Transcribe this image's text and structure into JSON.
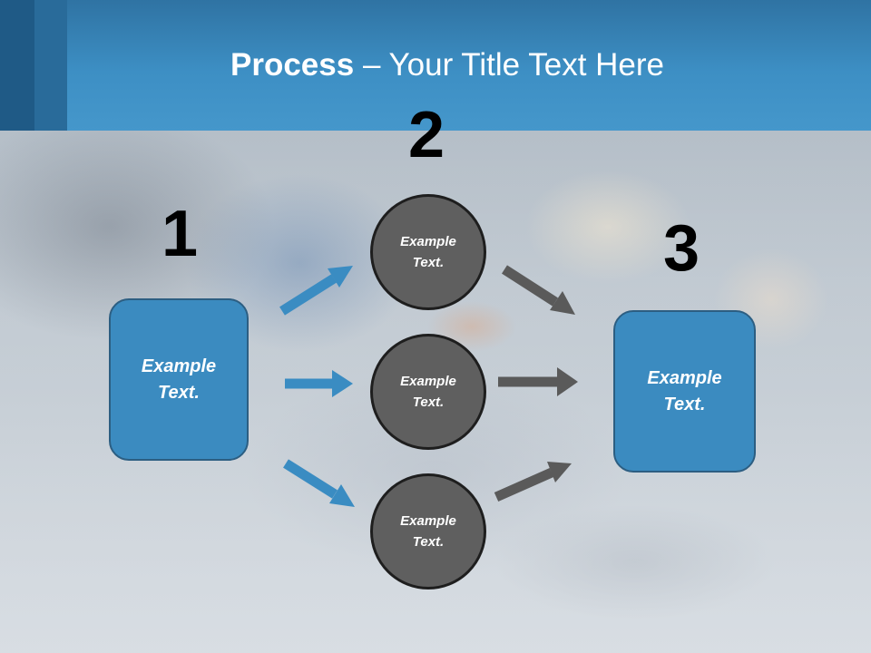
{
  "slide": {
    "title_bold": "Process",
    "title_rest": " – Your Title Text Here",
    "step_numbers": [
      "1",
      "2",
      "3"
    ],
    "left_box": {
      "text": "Example\nText."
    },
    "right_box": {
      "text": "Example\nText."
    },
    "circles": [
      {
        "text": "Example\nText."
      },
      {
        "text": "Example\nText."
      },
      {
        "text": "Example\nText."
      }
    ]
  },
  "colors": {
    "header": "#3d8fc4",
    "box_fill": "#3b8bc0",
    "box_border": "#2c5e82",
    "circle_fill": "#5f5f5f",
    "circle_border": "#1e1e1e",
    "blue_arrow": "#3a8cc2",
    "gray_arrow": "#5a5a5a"
  },
  "icons": [
    "arrow-right-icon"
  ]
}
